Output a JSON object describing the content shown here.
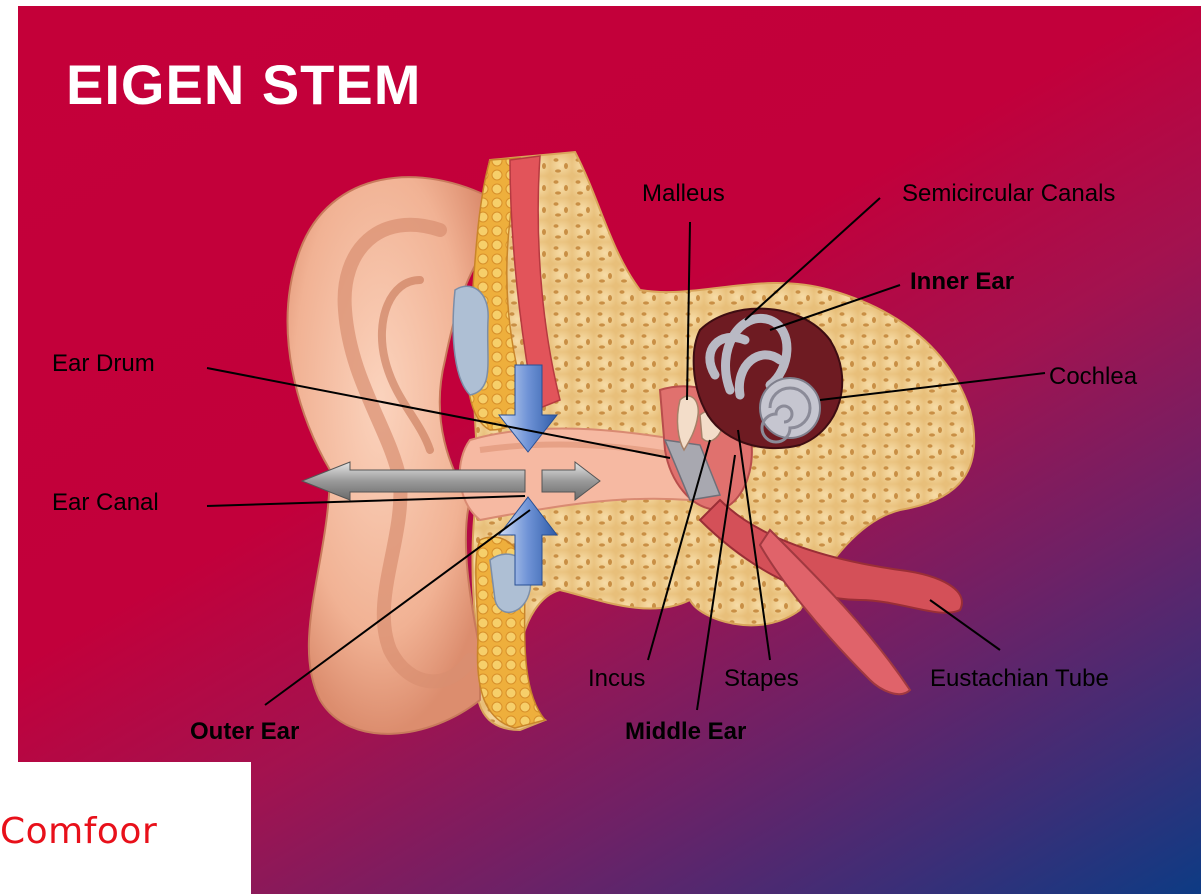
{
  "title": "EIGEN STEM",
  "labels": {
    "ear_drum": "Ear Drum",
    "ear_canal": "Ear Canal",
    "outer_ear": "Outer Ear",
    "malleus": "Malleus",
    "semicircular_canals": "Semicircular Canals",
    "inner_ear": "Inner Ear",
    "cochlea": "Cochlea",
    "incus": "Incus",
    "stapes": "Stapes",
    "middle_ear": "Middle Ear",
    "eustachian_tube": "Eustachian Tube"
  },
  "logo": "Comfoor",
  "colors": {
    "background_red": "#c40039",
    "background_blue": "#0d3b84",
    "logo_red": "#e8101a",
    "label_text": "#000000"
  }
}
